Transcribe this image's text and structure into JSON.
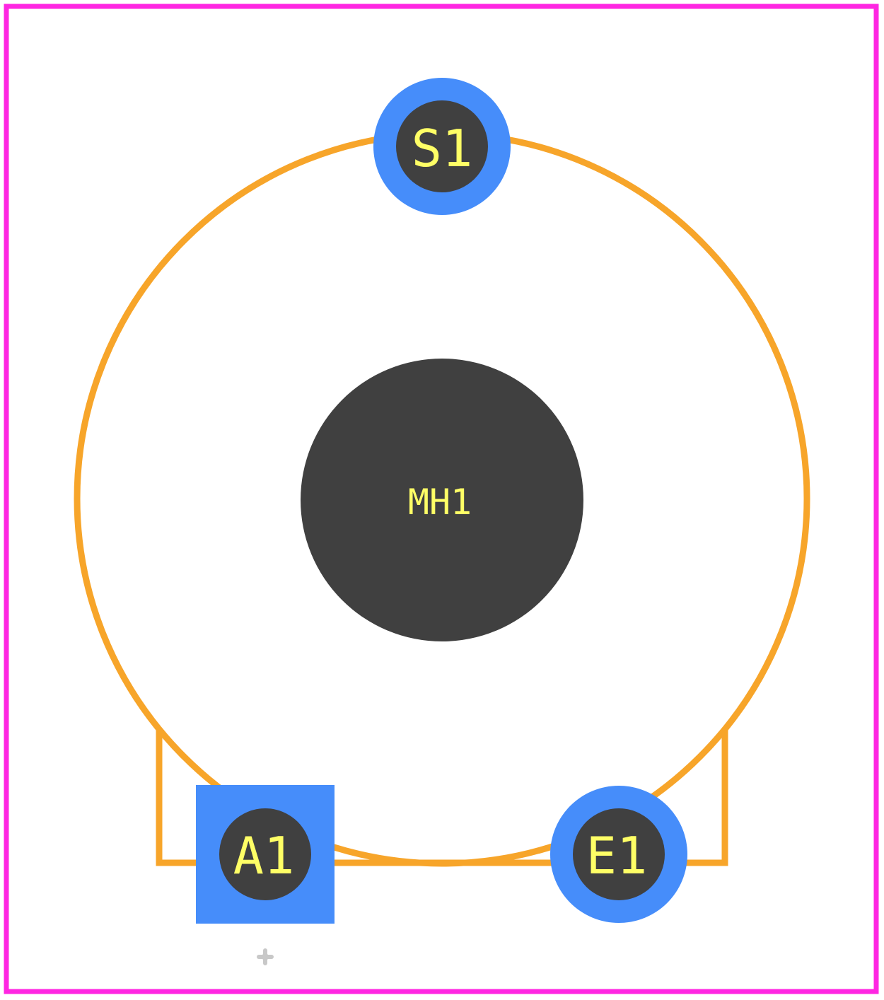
{
  "footprint": {
    "pads": [
      {
        "id": "S1",
        "label": "S1",
        "shape": "round"
      },
      {
        "id": "A1",
        "label": "A1",
        "shape": "square"
      },
      {
        "id": "E1",
        "label": "E1",
        "shape": "round"
      }
    ],
    "mounting_hole": {
      "label": "MH1"
    },
    "colors": {
      "courtyard": "#ff26e2",
      "silkscreen": "#f7a52a",
      "copper_pad": "#468dfa",
      "drill_hole": "#404040",
      "label_text": "#ffff66",
      "origin_marker": "#c8c8c8",
      "background": "#ffffff"
    },
    "icons": {
      "origin": "origin-crosshair-icon"
    }
  }
}
